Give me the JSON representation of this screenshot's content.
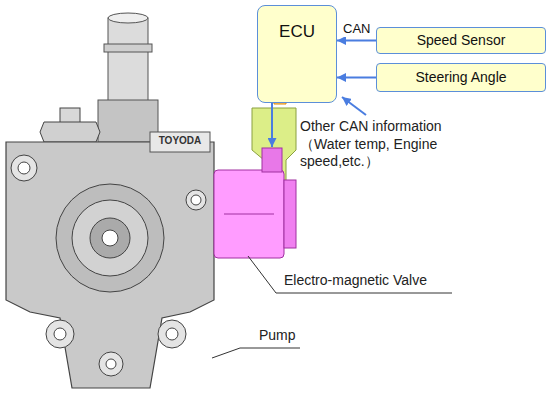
{
  "diagram": {
    "nodes": [
      {
        "text": [
          "ECU"
        ]
      },
      {
        "text": [
          "Speed Sensor"
        ]
      },
      {
        "text": [
          "Steering Angle"
        ]
      }
    ],
    "edges": [
      {
        "from": 1,
        "to": 0,
        "arrow": "to",
        "label": "CAN"
      },
      {
        "from": 2,
        "to": 0,
        "arrow": "to"
      }
    ],
    "labels": [
      "Other CAN information（Water temp, Engine speed,etc.）",
      "Electro-magnetic Valve",
      "Pump",
      "TOYODA"
    ]
  }
}
